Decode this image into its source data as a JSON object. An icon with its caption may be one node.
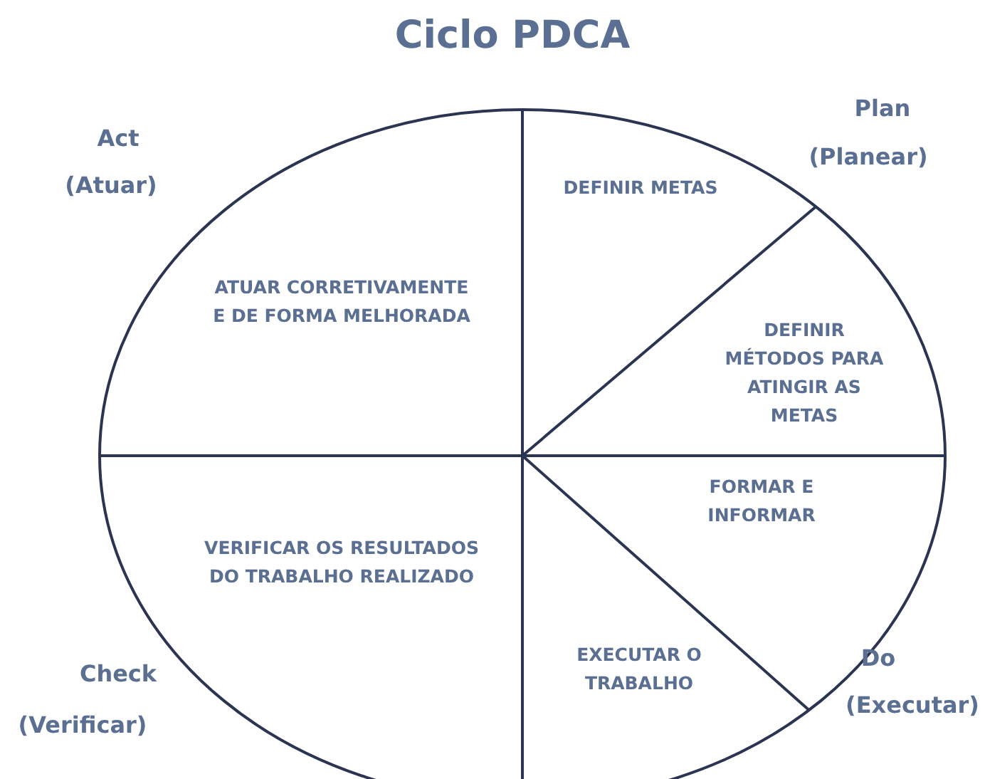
{
  "diagram": {
    "title": "Ciclo PDCA",
    "nodes": [
      {
        "text": [
          "DEFINIR METAS"
        ]
      },
      {
        "text": [
          "DEFINIR MÉTODOS PARA ATINGIR AS METAS"
        ]
      },
      {
        "text": [
          "FORMAR E INFORMAR"
        ]
      },
      {
        "text": [
          "EXECUTAR O TRABALHO"
        ]
      },
      {
        "text": [
          "VERIFICAR OS RESULTADOS DO TRABALHO REALIZADO"
        ]
      },
      {
        "text": [
          "ATUAR CORRETIVAMENTE E DE FORMA MELHORADA"
        ]
      }
    ],
    "labels": [
      "Act",
      "(Atuar)",
      "Plan",
      "(Planear)",
      "Check",
      "(Verificar)",
      "Do",
      "(Executar)"
    ]
  }
}
